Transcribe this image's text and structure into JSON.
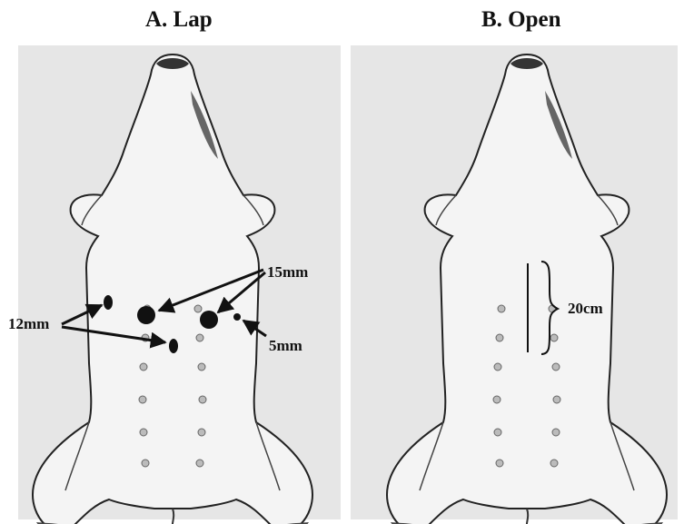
{
  "panels": [
    {
      "title": "A. Lap",
      "name": "laparoscopic"
    },
    {
      "title": "B. Open",
      "name": "open"
    }
  ],
  "annotations": {
    "port_15mm": "15mm",
    "port_12mm": "12mm",
    "port_5mm": "5mm",
    "incision_length": "20cm"
  },
  "colors": {
    "background": "#ffffff",
    "panel": "#e6e6e6",
    "ink": "#111111",
    "body_shade": "#f4f4f4"
  },
  "icons": [
    "pig-outline",
    "port-marker",
    "arrow",
    "incision-line",
    "bracket"
  ]
}
